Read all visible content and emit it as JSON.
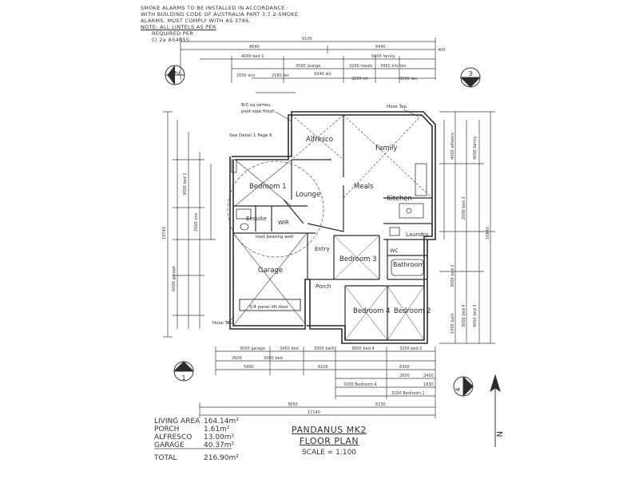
{
  "notes": [
    "SMOKE ALARMS TO BE INSTALLED IN ACCORDANCE",
    "WITH BUILDING CODE OF AUSTRALIA PART 3.7.2-SMOKE",
    "ALARMS. MUST COMPLY WITH AS 3786.",
    "NOTE: ALL LINTELS AS PER",
    "REQUIRED PER",
    "Cl 2a AS4055"
  ],
  "callouts": {
    "verandah": "8/0 sq verteu",
    "finish": "post-slab finish",
    "see_detail": "See Detail 1 Page 6",
    "hose_tap_top": "Hose Tap",
    "hose_tap_left": "Hose Tap",
    "panel_door": "5/4 panel lift door",
    "load_bearing": "load bearing wall"
  },
  "rooms": {
    "alfresco": "Alfresco",
    "family": "Family",
    "bedroom1": "Bedroom 1",
    "lounge": "Lounge",
    "meals": "Meals",
    "kitchen": "Kitchen",
    "ensuite": "Ensuite",
    "wir": "WIR",
    "laundry": "Laundry",
    "entry": "Entry",
    "bedroom3": "Bedroom 3",
    "bathroom": "Bathroom",
    "garage": "Garage",
    "porch": "Porch",
    "bedroom4": "Bedroom 4",
    "bedroom2": "Bedroom 2",
    "wc": "WC"
  },
  "dims": {
    "overall_width": "9100",
    "d_top_left": "8640",
    "d_top_right": "6440",
    "d_400": "400",
    "d_4000_bed1": "4000 bed 1",
    "d_3500_lounge": "3500 lounge",
    "d_9900_family": "9900 family",
    "d_3200_meals": "3200 meals",
    "d_3450_kitchen": "3450 kitchen",
    "d_2000_ens": "2000 ens",
    "d_2180_wir": "2180 wir",
    "d_1040_wir": "1040 wir",
    "d_3200_kit": "3200 kit",
    "d_3000_lau": "3000 lau",
    "overall_depth_left": "19740",
    "overall_depth_right": "10840",
    "bottom_overall": "17140",
    "b_3000_bed": "3000 bed",
    "b_3450_bed": "3450 bed",
    "b_3300_bath": "3300 bath",
    "b_3000_bed4": "3000 bed 4",
    "b_3200_bed2": "3200 bed 2",
    "b_2600": "2600",
    "b_3000_garage": "3000 garage",
    "b_5400": "5400",
    "b_6100": "6100",
    "b_6300": "6300",
    "b_3300_bed4": "3300 Bedroom 4",
    "b_3200_bed2b": "3200 Bedroom 2",
    "b_2600b": "2600",
    "b_3650": "3650",
    "b_6230": "6230",
    "b_2400": "2400",
    "b_1830": "1830",
    "v_3000_bed1": "3000 bed 1",
    "v_2000_ens": "2000 ens",
    "v_6000_garage": "6000 garage",
    "v_4000_alfresco": "4000 alfresco",
    "v_4000_family": "4000 family",
    "v_2000_bed3": "2000 bed 3",
    "v_3000_bed2": "3000 bed 2",
    "v_3000_bed4": "3000 bed 4",
    "v_4000_bed3": "4000 bed 3",
    "v_1000_bath": "1000 bath"
  },
  "markers": {
    "north": "N",
    "section_1": "1",
    "section_2": "2",
    "section_3": "3",
    "section_4": "4"
  },
  "areas": [
    {
      "label": "LIVING AREA",
      "value": "164.14m²"
    },
    {
      "label": "PORCH",
      "value": "1.61m²"
    },
    {
      "label": "ALFRESCO",
      "value": "13.00m²"
    },
    {
      "label": "GARAGE",
      "value": "40.37m²"
    }
  ],
  "total": {
    "label": "TOTAL",
    "value": "216.90m²"
  },
  "title": {
    "name": "PANDANUS MK2",
    "subtitle": "FLOOR PLAN",
    "scale": "SCALE = 1:100"
  }
}
